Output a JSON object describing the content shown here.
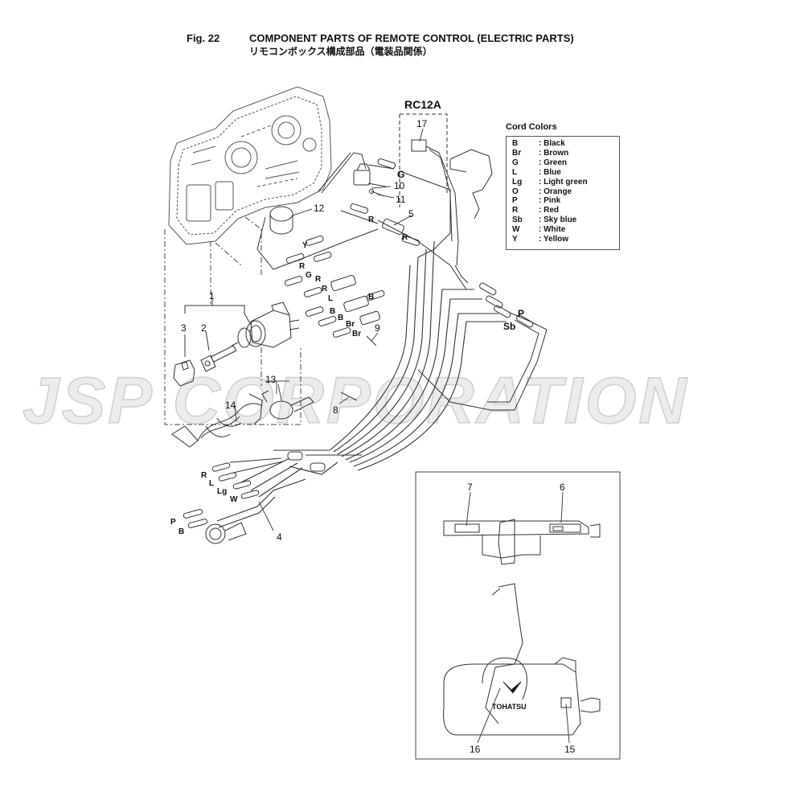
{
  "header": {
    "fig_label": "Fig. 22",
    "title": "COMPONENT PARTS OF REMOTE CONTROL (ELECTRIC PARTS)",
    "subtitle": "リモコンボックス構成部品（電装品関係）"
  },
  "variant_label": "RC12A",
  "legend": {
    "title": "Cord Colors",
    "entries": [
      {
        "code": "B",
        "name": ": Black"
      },
      {
        "code": "Br",
        "name": ": Brown"
      },
      {
        "code": "G",
        "name": ": Green"
      },
      {
        "code": "L",
        "name": ": Blue"
      },
      {
        "code": "Lg",
        "name": ": Light green"
      },
      {
        "code": "O",
        "name": ": Orange"
      },
      {
        "code": "P",
        "name": ": Pink"
      },
      {
        "code": "R",
        "name": ": Red"
      },
      {
        "code": "Sb",
        "name": ": Sky blue"
      },
      {
        "code": "W",
        "name": ": White"
      },
      {
        "code": "Y",
        "name": ": Yellow"
      }
    ]
  },
  "part_numbers": [
    "1",
    "2",
    "3",
    "4",
    "5",
    "6",
    "7",
    "8",
    "9",
    "10",
    "11",
    "12",
    "13",
    "14",
    "15",
    "16",
    "17"
  ],
  "wire_labels": {
    "g_top": "G",
    "r_top": "R",
    "r_mid": "R",
    "y": "Y",
    "r_a": "R",
    "g_a": "G",
    "r_b": "R",
    "r_c": "R",
    "l_a": "L",
    "b_a": "B",
    "b_b": "B",
    "b_c": "B",
    "br_a": "Br",
    "br_b": "Br",
    "p_right": "P",
    "sb_right": "Sb",
    "r_low": "R",
    "l_low": "L",
    "lg_low": "Lg",
    "w_low": "W",
    "p_low": "P",
    "b_low": "B"
  },
  "logo_text": "TOHATSU",
  "watermark": "JSP CORPORATION"
}
